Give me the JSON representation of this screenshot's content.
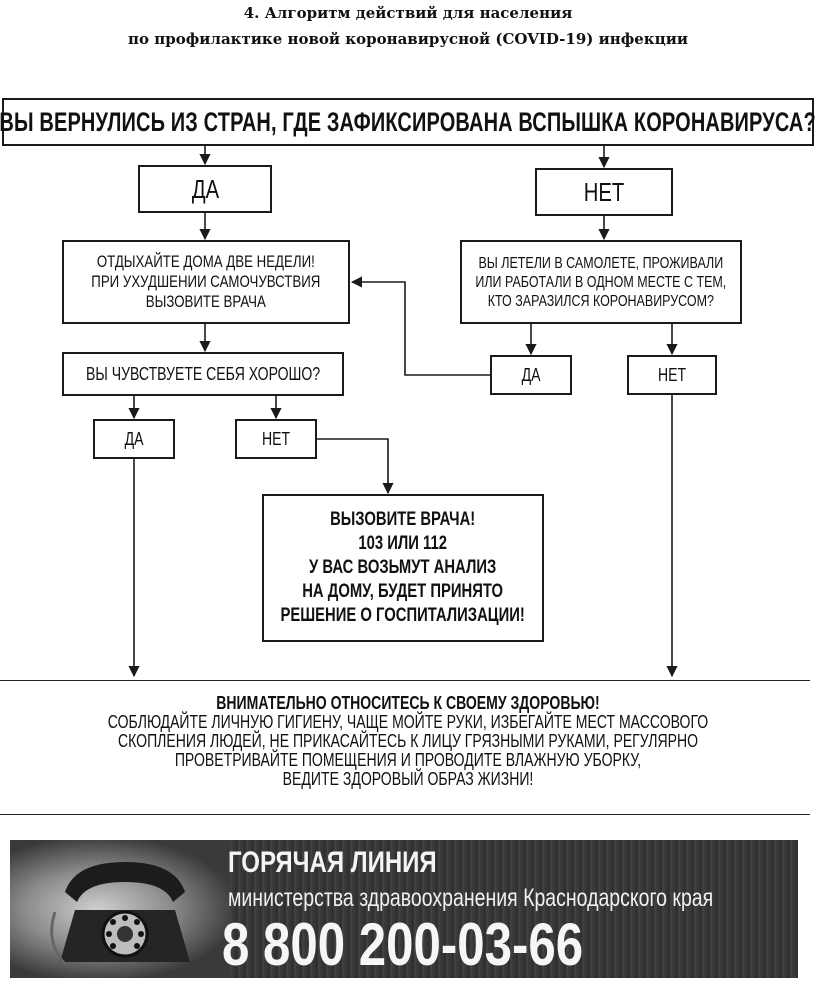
{
  "doc": {
    "title_line1": "4. Алгоритм действий для населения",
    "title_line2": "по профилактике новой коронавирусной (COVID-19) инфекции"
  },
  "flowchart": {
    "question": "ВЫ ВЕРНУЛИСЬ ИЗ СТРАН, ГДЕ ЗАФИКСИРОВАНА ВСПЫШКА КОРОНАВИРУСА?",
    "yes_main": "ДА",
    "no_main": "НЕТ",
    "rest_lines": [
      "ОТДЫХАЙТЕ ДОМА ДВЕ НЕДЕЛИ!",
      "ПРИ УХУДШЕНИИ САМОЧУВСТВИЯ",
      "ВЫЗОВИТЕ ВРАЧА"
    ],
    "contact_lines": [
      "ВЫ ЛЕТЕЛИ В САМОЛЕТЕ, ПРОЖИВАЛИ",
      "ИЛИ РАБОТАЛИ В ОДНОМ МЕСТЕ С ТЕМ,",
      "КТО ЗАРАЗИЛСЯ КОРОНАВИРУСОМ?"
    ],
    "feel_question": "ВЫ ЧУВСТВУЕТЕ СЕБЯ ХОРОШО?",
    "yes_contact": "ДА",
    "no_contact": "НЕТ",
    "yes_feel": "ДА",
    "no_feel": "НЕТ",
    "doctor_lines": [
      "ВЫЗОВИТЕ ВРАЧА!",
      "103 ИЛИ 112",
      "У ВАС ВОЗЬМУТ АНАЛИЗ",
      "НА ДОМУ, БУДЕТ ПРИНЯТО",
      "РЕШЕНИЕ О ГОСПИТАЛИЗАЦИИ!"
    ]
  },
  "advice": {
    "lead": "ВНИМАТЕЛЬНО ОТНОСИТЕСЬ К СВОЕМУ ЗДОРОВЬЮ!",
    "lines": [
      "СОБЛЮДАЙТЕ ЛИЧНУЮ ГИГИЕНУ, ЧАЩЕ МОЙТЕ РУКИ, ИЗБЕГАЙТЕ МЕСТ МАССОВОГО",
      "СКОПЛЕНИЯ ЛЮДЕЙ, НЕ ПРИКАСАЙТЕСЬ К ЛИЦУ ГРЯЗНЫМИ РУКАМИ, РЕГУЛЯРНО",
      "ПРОВЕТРИВАЙТЕ ПОМЕЩЕНИЯ И ПРОВОДИТЕ ВЛАЖНУЮ УБОРКУ,",
      "ВЕДИТЕ ЗДОРОВЫЙ ОБРАЗ ЖИЗНИ!"
    ]
  },
  "hotline": {
    "title": "ГОРЯЧАЯ ЛИНИЯ",
    "subtitle": "министерства здравоохранения Краснодарского края",
    "phone": "8 800 200-03-66",
    "icon": "rotary-phone-icon"
  },
  "colors": {
    "ink": "#111111",
    "banner_bg": "#333333",
    "banner_text": "#f4f4f4"
  }
}
